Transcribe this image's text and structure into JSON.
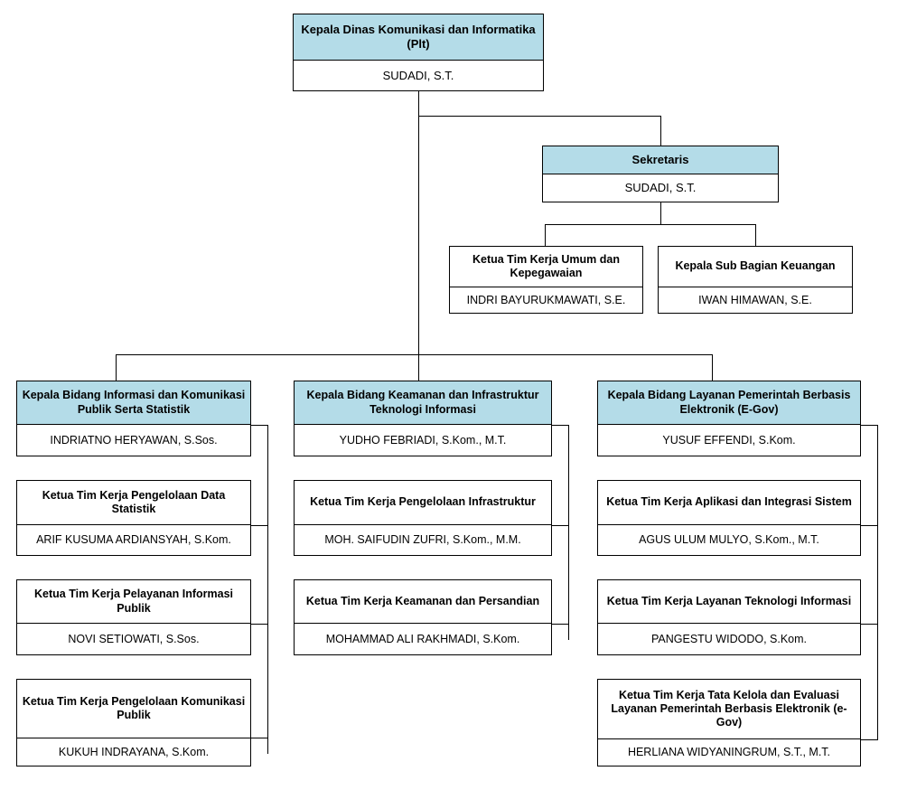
{
  "theme": {
    "header_fill": "#b4dce8",
    "border": "#000000",
    "page_background": "#ffffff",
    "text": "#000000"
  },
  "chart": {
    "type": "org-chart",
    "orientation": "top-down"
  },
  "nodes": {
    "kepala_dinas": {
      "title": "Kepala Dinas Komunikasi dan Informatika (Plt)",
      "name": "SUDADI, S.T."
    },
    "sekretaris": {
      "title": "Sekretaris",
      "name": "SUDADI, S.T."
    },
    "umum_kepegawaian": {
      "title": "Ketua Tim Kerja Umum dan Kepegawaian",
      "name": "INDRI BAYURUKMAWATI, S.E."
    },
    "sub_bagian_keuangan": {
      "title": "Kepala Sub Bagian Keuangan",
      "name": "IWAN HIMAWAN, S.E."
    },
    "bidang_ikp": {
      "title": "Kepala Bidang Informasi dan Komunikasi Publik Serta Statistik",
      "name": "INDRIATNO HERYAWAN, S.Sos."
    },
    "tk_data_statistik": {
      "title": "Ketua Tim Kerja Pengelolaan Data Statistik",
      "name": "ARIF KUSUMA ARDIANSYAH, S.Kom."
    },
    "tk_pelayanan_informasi": {
      "title": "Ketua Tim Kerja Pelayanan Informasi Publik",
      "name": "NOVI SETIOWATI, S.Sos."
    },
    "tk_komunikasi_publik": {
      "title": "Ketua Tim Kerja Pengelolaan Komunikasi Publik",
      "name": "KUKUH INDRAYANA, S.Kom."
    },
    "bidang_keamanan": {
      "title": "Kepala Bidang Keamanan dan Infrastruktur Teknologi Informasi",
      "name": "YUDHO FEBRIADI, S.Kom., M.T."
    },
    "tk_infrastruktur": {
      "title": "Ketua Tim Kerja Pengelolaan Infrastruktur",
      "name": "MOH. SAIFUDIN ZUFRI, S.Kom., M.M."
    },
    "tk_keamanan_persandian": {
      "title": "Ketua Tim Kerja Keamanan dan Persandian",
      "name": "MOHAMMAD ALI RAKHMADI, S.Kom."
    },
    "bidang_egov": {
      "title": "Kepala Bidang Layanan Pemerintah Berbasis Elektronik (E-Gov)",
      "name": "YUSUF EFFENDI, S.Kom."
    },
    "tk_aplikasi_integrasi": {
      "title": "Ketua Tim Kerja Aplikasi dan Integrasi Sistem",
      "name": "AGUS ULUM MULYO, S.Kom., M.T."
    },
    "tk_layanan_ti": {
      "title": "Ketua Tim Kerja Layanan Teknologi Informasi",
      "name": "PANGESTU WIDODO, S.Kom."
    },
    "tk_tata_kelola": {
      "title": "Ketua Tim Kerja Tata Kelola dan Evaluasi Layanan Pemerintah Berbasis Elektronik (e-Gov)",
      "name": "HERLIANA WIDYANINGRUM, S.T., M.T."
    }
  }
}
